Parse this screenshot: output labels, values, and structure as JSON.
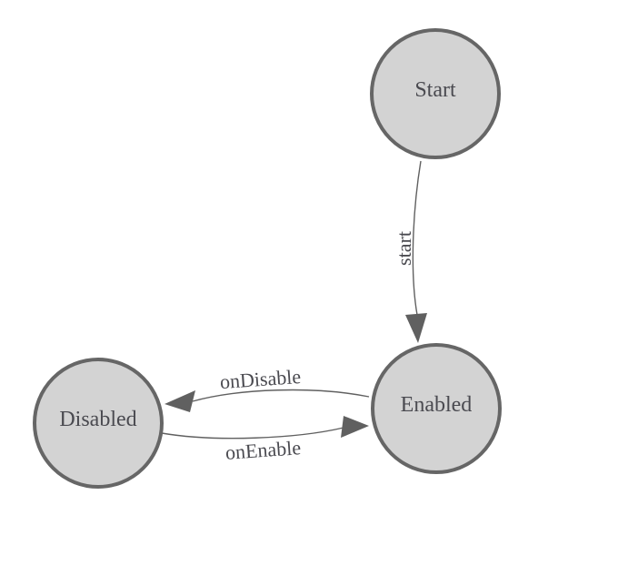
{
  "diagram": {
    "type": "state-machine",
    "background_color": "#ffffff",
    "node_fill_color": "#d3d3d3",
    "node_border_color": "#666666",
    "edge_color": "#606060",
    "label_color": "#4a4a50",
    "nodes": [
      {
        "id": "start",
        "label": "Start"
      },
      {
        "id": "enabled",
        "label": "Enabled"
      },
      {
        "id": "disabled",
        "label": "Disabled"
      }
    ],
    "edges": [
      {
        "from": "Start",
        "to": "Enabled",
        "label": "start"
      },
      {
        "from": "Enabled",
        "to": "Disabled",
        "label": "onDisable"
      },
      {
        "from": "Disabled",
        "to": "Enabled",
        "label": "onEnable"
      }
    ]
  }
}
